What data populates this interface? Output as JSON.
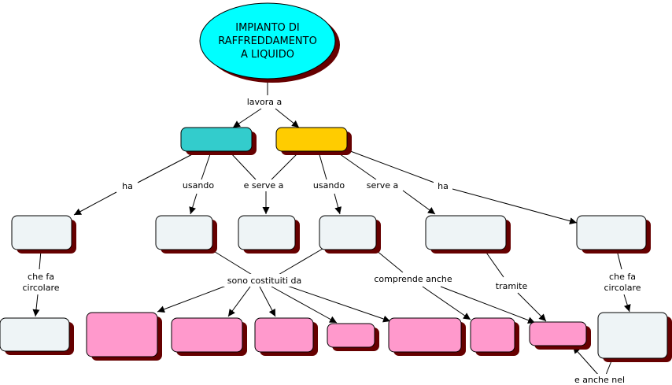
{
  "title_node": {
    "line1": "IMPIANTO DI",
    "line2": "RAFFREDDAMENTO",
    "line3": "A LIQUIDO",
    "color": "#00ffff"
  },
  "colors": {
    "teal": "#33cccc",
    "gold": "#ffcc00",
    "pale": "#eef4f6",
    "pink": "#ff99cc",
    "shadow": "#660000"
  },
  "link_labels": {
    "lavora_a": "lavora a",
    "ha_left": "ha",
    "usando_left": "usando",
    "e_serve_a": "e serve a",
    "usando_right": "usando",
    "serve_a": "serve a",
    "ha_right": "ha",
    "che_fa": "che fa",
    "circolare": "circolare",
    "sono_costituiti_da": "sono costituiti da",
    "comprende_anche": "comprende anche",
    "tramite": "tramite",
    "e_anche_nel": "e anche nel"
  }
}
